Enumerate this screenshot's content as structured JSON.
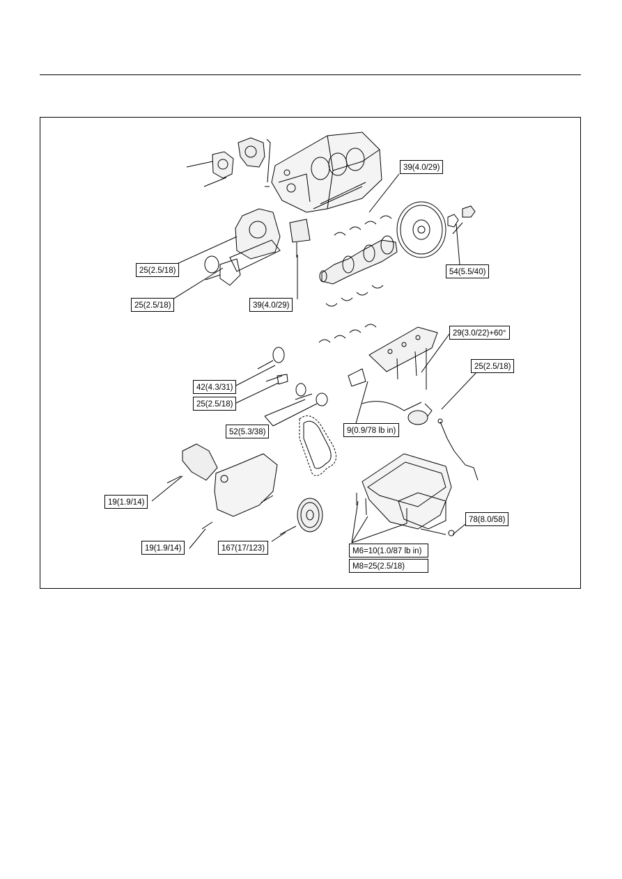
{
  "labels": {
    "t01": "39(4.0/29)",
    "t02": "25(2.5/18)",
    "t03": "54(5.5/40)",
    "t04": "25(2.5/18)",
    "t05": "39(4.0/29)",
    "t06": "29(3.0/22)+60°",
    "t07": "25(2.5/18)",
    "t08": "42(4.3/31)",
    "t09": "25(2.5/18)",
    "t10": "52(5.3/38)",
    "t11": "9(0.9/78 lb in)",
    "t12": "19(1.9/14)",
    "t13": "78(8.0/58)",
    "t14": "19(1.9/14)",
    "t15": "167(17/123)",
    "t16": "M6=10(1.0/87 lb in)",
    "t17": "M8=25(2.5/18)"
  }
}
